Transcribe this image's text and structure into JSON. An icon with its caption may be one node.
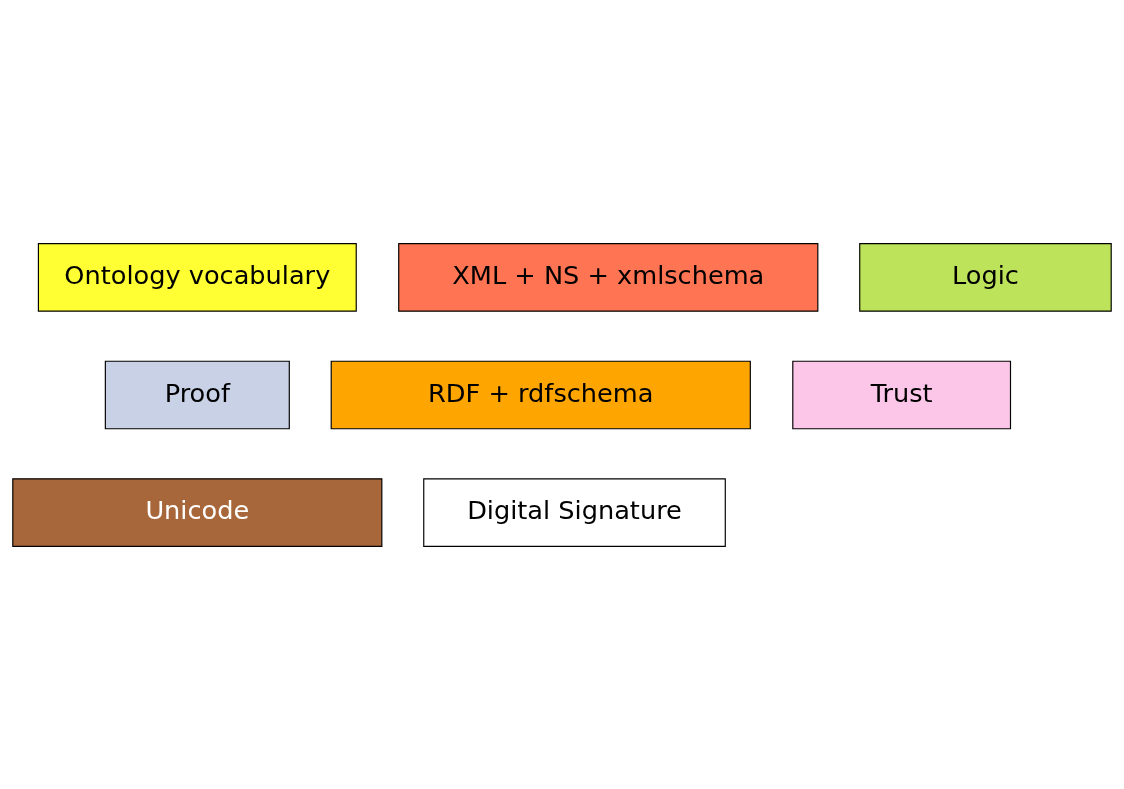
{
  "diagram": {
    "nodes": [
      {
        "text": [
          "Ontology vocabulary"
        ]
      },
      {
        "text": [
          "XML + NS + xmlschema"
        ]
      },
      {
        "text": [
          "Logic"
        ]
      },
      {
        "text": [
          "Proof"
        ]
      },
      {
        "text": [
          "RDF + rdfschema"
        ]
      },
      {
        "text": [
          "Trust"
        ]
      },
      {
        "text": [
          "Unicode"
        ]
      },
      {
        "text": [
          "Digital Signature"
        ]
      }
    ]
  }
}
